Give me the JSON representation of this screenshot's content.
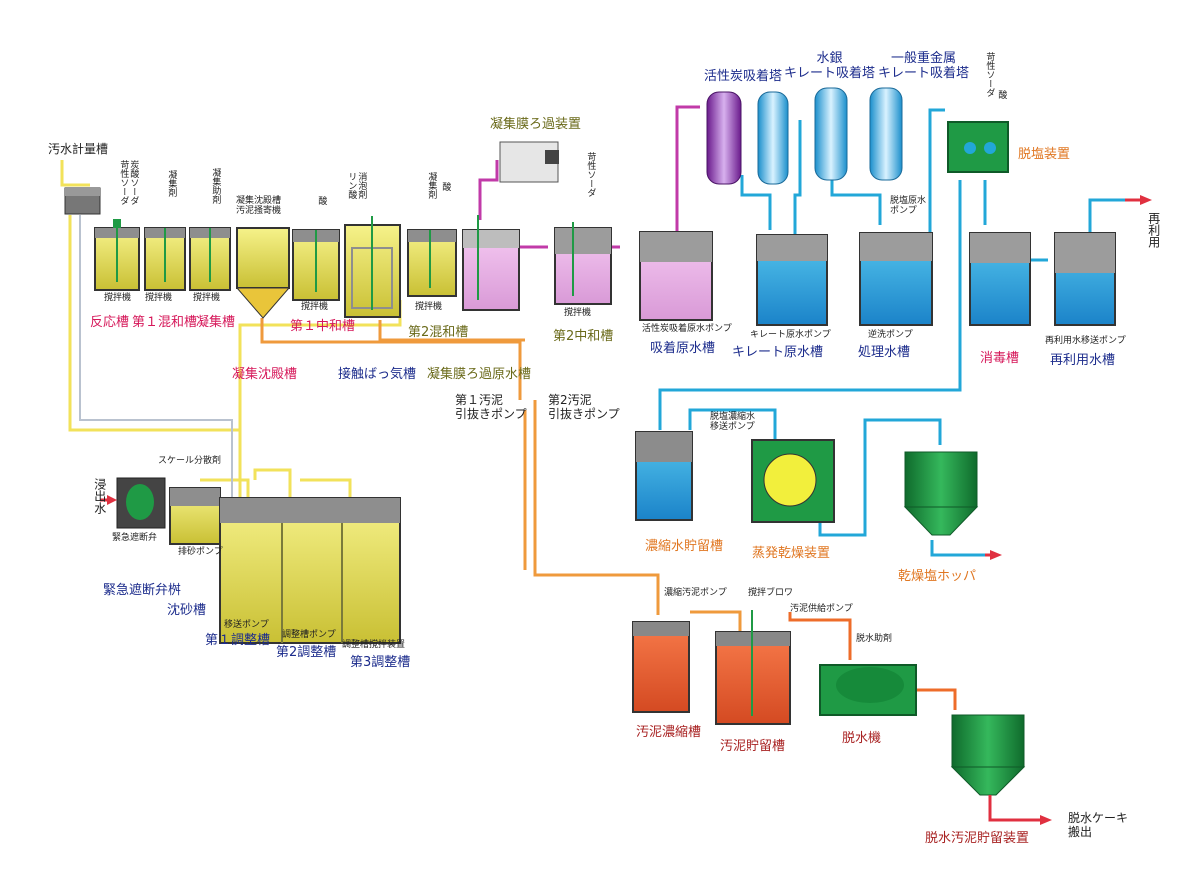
{
  "stages": {
    "wastewater_meter": "汚水計量槽",
    "reaction": "反応槽",
    "mix1": "第１混和槽",
    "coag": "凝集槽",
    "neutral1": "第１中和槽",
    "mix2": "第2混和槽",
    "neutral2": "第2中和槽",
    "sed": "凝集沈殿槽",
    "aeration": "接触ばっ気槽",
    "membrane_raw": "凝集膜ろ過原水槽",
    "membrane_device": "凝集膜ろ過装置",
    "adsorb_raw": "吸着原水槽",
    "chelate_raw": "キレート原水槽",
    "treated": "処理水槽",
    "disinfect": "消毒槽",
    "reuse_tank": "再利用水槽",
    "ac_tower": "活性炭吸着塔",
    "hg_tower": "水銀\nキレート吸着塔",
    "metal_tower": "一般重金属\nキレート吸着塔",
    "desalt": "脱塩装置",
    "conc_tank": "濃縮水貯留槽",
    "evap": "蒸発乾燥装置",
    "salt_hopper": "乾燥塩ホッパ",
    "emergency": "緊急遮断弁桝",
    "grit": "沈砂槽",
    "adj1": "第１調整槽",
    "adj2": "第2調整槽",
    "adj3": "第3調整槽",
    "sludge_thick": "汚泥濃縮槽",
    "sludge_store": "汚泥貯留槽",
    "dewater": "脱水機",
    "sludge_hopper": "脱水汚泥貯留装置"
  },
  "small_labels": {
    "stirrer": "撹拌機",
    "scale": "スケール分散剤",
    "e_valve": "緊急遮断弁",
    "grit_pump": "排砂ポンプ",
    "transfer_pump": "移送ポンプ",
    "adj_pump": "調整槽ポンプ",
    "adj_stirrer": "調整槽撹拌装置",
    "sed_scraper": "凝集沈殿槽\n汚泥掻寄機",
    "ac_pump": "活性炭吸着原水ポンプ",
    "chelate_pump": "キレート原水ポンプ",
    "backwash_pump": "逆洗ポンプ",
    "desalt_pump": "脱塩原水\nポンプ",
    "reuse_pump": "再利用水移送ポンプ",
    "brine_pump": "脱塩濃縮水\n移送ポンプ",
    "thick_pump": "濃縮汚泥ポンプ",
    "blower": "撹拌ブロワ",
    "feed_pump": "汚泥供給ポンプ",
    "dewater_aid": "脱水助剤",
    "sludge_pump1": "第１汚泥\n引抜きポンプ",
    "sludge_pump2": "第2汚泥\n引抜きポンプ",
    "cake_out": "脱水ケーキ\n搬出"
  },
  "vertical_labels": {
    "caustic": "苛性ソーダ",
    "acid": "酸",
    "carbonate": "炭酸ソーダ",
    "coag_agent": "凝集剤",
    "coag_aid": "凝集助剤",
    "phos": "リン酸",
    "defoam": "消泡剤",
    "inflow": "浸出水",
    "reuse_out": "再利用"
  },
  "colors": {
    "yellow_flow": "#f2e25a",
    "orange_flow": "#ef9a3c",
    "blue_flow": "#22a7d8",
    "magenta_flow": "#c13aa8",
    "red_arrow": "#e03040",
    "tank_frame": "#333333",
    "green_equipment": "#1f9a45"
  }
}
